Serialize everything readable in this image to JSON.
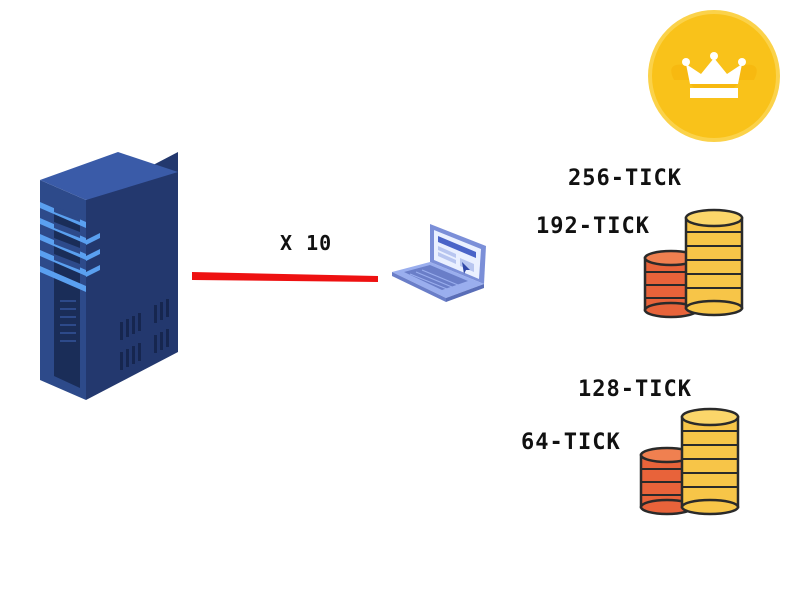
{
  "connection": {
    "multiplier": "X 10",
    "line_color": "#ee1111"
  },
  "tiers": {
    "tier_256": "256-TICK",
    "tier_192": "192-TICK",
    "tier_128": "128-TICK",
    "tier_64": "64-TICK"
  },
  "icons": {
    "server": "server-icon",
    "laptop": "laptop-icon",
    "coins": "coin-stack-icon",
    "crown": "crown-badge-icon"
  },
  "colors": {
    "server_body": "#2d4a8a",
    "server_accent": "#5aa0f0",
    "laptop": "#7b8fd8",
    "coin_gold": "#f7c548",
    "coin_orange": "#e8633a",
    "badge_gold": "#f9c21a"
  }
}
